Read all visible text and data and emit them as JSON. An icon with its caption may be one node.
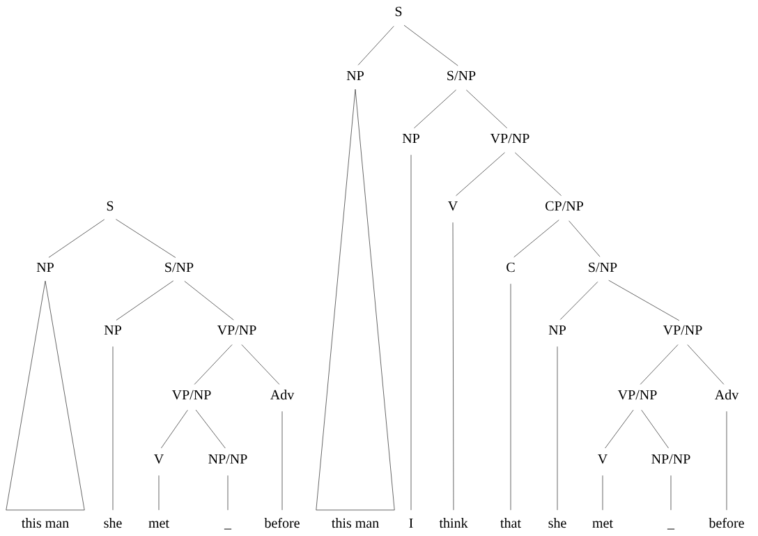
{
  "diagram": {
    "nodes": [
      {
        "text": [
          "S"
        ]
      },
      {
        "text": [
          "NP"
        ]
      },
      {
        "text": [
          "S/NP"
        ]
      },
      {
        "text": [
          "NP"
        ]
      },
      {
        "text": [
          "VP/NP"
        ]
      },
      {
        "text": [
          "VP/NP"
        ]
      },
      {
        "text": [
          "Adv"
        ]
      },
      {
        "text": [
          "V"
        ]
      },
      {
        "text": [
          "NP/NP"
        ]
      },
      {
        "text": [
          "this man"
        ]
      },
      {
        "text": [
          "she"
        ]
      },
      {
        "text": [
          "met"
        ]
      },
      {
        "text": [
          "_"
        ]
      },
      {
        "text": [
          "before"
        ]
      },
      {
        "text": [
          "S"
        ]
      },
      {
        "text": [
          "NP"
        ]
      },
      {
        "text": [
          "S/NP"
        ]
      },
      {
        "text": [
          "NP"
        ]
      },
      {
        "text": [
          "VP/NP"
        ]
      },
      {
        "text": [
          "V"
        ]
      },
      {
        "text": [
          "CP/NP"
        ]
      },
      {
        "text": [
          "C"
        ]
      },
      {
        "text": [
          "S/NP"
        ]
      },
      {
        "text": [
          "NP"
        ]
      },
      {
        "text": [
          "VP/NP"
        ]
      },
      {
        "text": [
          "VP/NP"
        ]
      },
      {
        "text": [
          "Adv"
        ]
      },
      {
        "text": [
          "V"
        ]
      },
      {
        "text": [
          "NP/NP"
        ]
      },
      {
        "text": [
          "this man"
        ]
      },
      {
        "text": [
          "I"
        ]
      },
      {
        "text": [
          "think"
        ]
      },
      {
        "text": [
          "that"
        ]
      },
      {
        "text": [
          "she"
        ]
      },
      {
        "text": [
          "met"
        ]
      },
      {
        "text": [
          "_"
        ]
      },
      {
        "text": [
          "before"
        ]
      }
    ],
    "edges": [
      {
        "from": 0,
        "to": 1,
        "arrow": "none"
      },
      {
        "from": 0,
        "to": 2,
        "arrow": "none"
      },
      {
        "from": 1,
        "to": 9,
        "arrow": "none"
      },
      {
        "from": 2,
        "to": 3,
        "arrow": "none"
      },
      {
        "from": 2,
        "to": 4,
        "arrow": "none"
      },
      {
        "from": 3,
        "to": 10,
        "arrow": "none"
      },
      {
        "from": 4,
        "to": 5,
        "arrow": "none"
      },
      {
        "from": 4,
        "to": 6,
        "arrow": "none"
      },
      {
        "from": 5,
        "to": 7,
        "arrow": "none"
      },
      {
        "from": 5,
        "to": 8,
        "arrow": "none"
      },
      {
        "from": 7,
        "to": 11,
        "arrow": "none"
      },
      {
        "from": 8,
        "to": 12,
        "arrow": "none"
      },
      {
        "from": 6,
        "to": 13,
        "arrow": "none"
      },
      {
        "from": 14,
        "to": 15,
        "arrow": "none"
      },
      {
        "from": 14,
        "to": 16,
        "arrow": "none"
      },
      {
        "from": 15,
        "to": 29,
        "arrow": "none"
      },
      {
        "from": 16,
        "to": 17,
        "arrow": "none"
      },
      {
        "from": 16,
        "to": 18,
        "arrow": "none"
      },
      {
        "from": 17,
        "to": 30,
        "arrow": "none"
      },
      {
        "from": 18,
        "to": 19,
        "arrow": "none"
      },
      {
        "from": 18,
        "to": 20,
        "arrow": "none"
      },
      {
        "from": 19,
        "to": 31,
        "arrow": "none"
      },
      {
        "from": 20,
        "to": 21,
        "arrow": "none"
      },
      {
        "from": 20,
        "to": 22,
        "arrow": "none"
      },
      {
        "from": 21,
        "to": 32,
        "arrow": "none"
      },
      {
        "from": 22,
        "to": 23,
        "arrow": "none"
      },
      {
        "from": 22,
        "to": 24,
        "arrow": "none"
      },
      {
        "from": 23,
        "to": 33,
        "arrow": "none"
      },
      {
        "from": 24,
        "to": 25,
        "arrow": "none"
      },
      {
        "from": 24,
        "to": 26,
        "arrow": "none"
      },
      {
        "from": 25,
        "to": 27,
        "arrow": "none"
      },
      {
        "from": 25,
        "to": 28,
        "arrow": "none"
      },
      {
        "from": 27,
        "to": 34,
        "arrow": "none"
      },
      {
        "from": 28,
        "to": 35,
        "arrow": "none"
      },
      {
        "from": 26,
        "to": 36,
        "arrow": "none"
      }
    ]
  }
}
